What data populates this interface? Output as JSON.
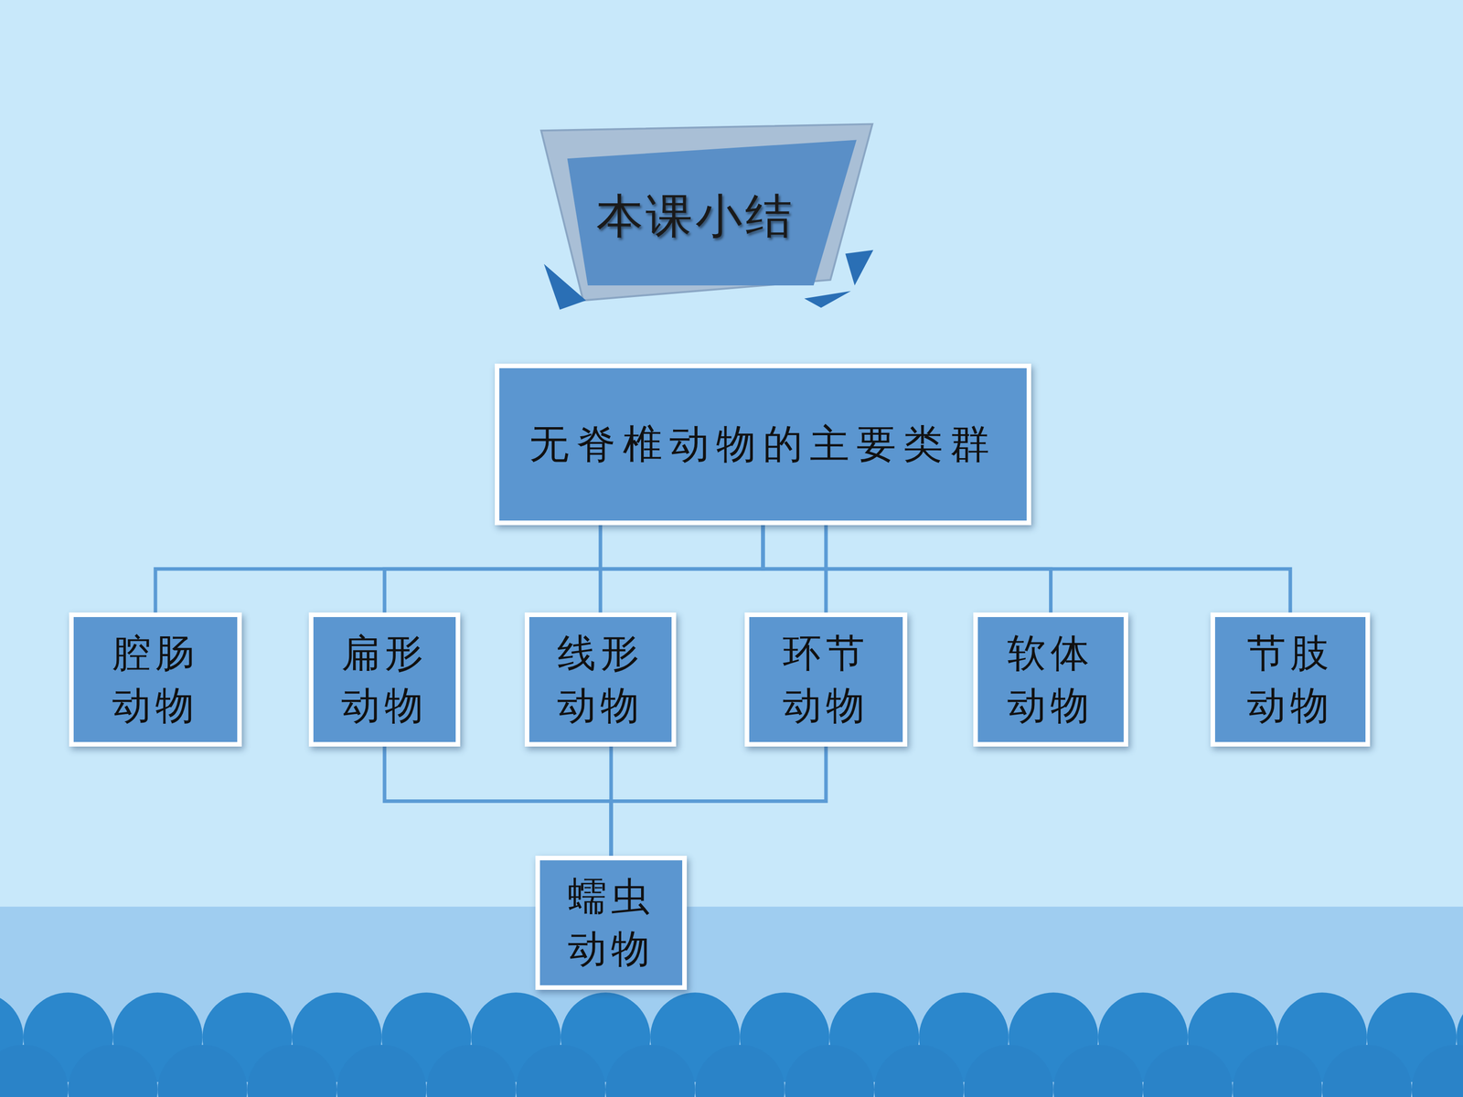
{
  "diagram": {
    "title": "本课小结",
    "nodes": [
      {
        "text": [
          "无脊椎动物的主要类群"
        ]
      },
      {
        "text": [
          "腔肠 动物"
        ]
      },
      {
        "text": [
          "扁形 动物"
        ]
      },
      {
        "text": [
          "线形 动物"
        ]
      },
      {
        "text": [
          "环节 动物"
        ]
      },
      {
        "text": [
          "软体 动物"
        ]
      },
      {
        "text": [
          "节肢 动物"
        ]
      },
      {
        "text": [
          "蠕虫 动物"
        ]
      }
    ],
    "edges": [
      {
        "from": 0,
        "to": 1,
        "arrow": "none"
      },
      {
        "from": 0,
        "to": 2,
        "arrow": "none"
      },
      {
        "from": 0,
        "to": 3,
        "arrow": "none"
      },
      {
        "from": 0,
        "to": 4,
        "arrow": "none"
      },
      {
        "from": 0,
        "to": 5,
        "arrow": "none"
      },
      {
        "from": 0,
        "to": 6,
        "arrow": "none"
      },
      {
        "from": 2,
        "to": 7,
        "arrow": "none"
      },
      {
        "from": 3,
        "to": 7,
        "arrow": "none"
      },
      {
        "from": 4,
        "to": 7,
        "arrow": "none"
      }
    ]
  }
}
